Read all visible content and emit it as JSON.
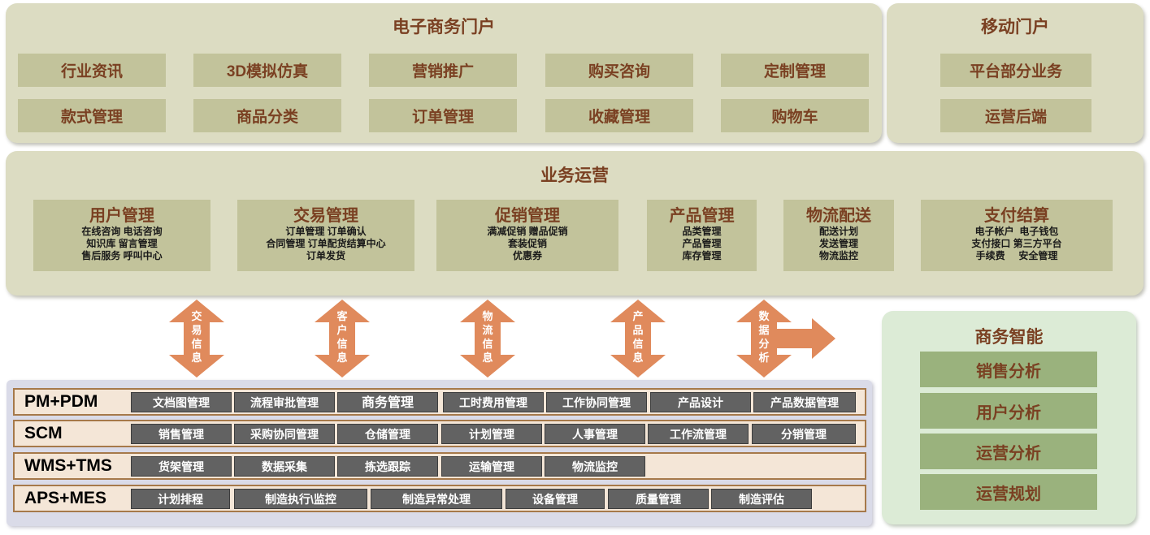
{
  "ecommerce": {
    "title": "电子商务门户",
    "items": [
      "行业资讯",
      "3D模拟仿真",
      "营销推广",
      "购买咨询",
      "定制管理",
      "款式管理",
      "商品分类",
      "订单管理",
      "收藏管理",
      "购物车"
    ]
  },
  "mobile": {
    "title": "移动门户",
    "items": [
      "平台部分业务",
      "运营后端"
    ]
  },
  "operations": {
    "title": "业务运营",
    "modules": [
      {
        "title": "用户管理",
        "lines": [
          "在线咨询 电话咨询",
          "知识库  留言管理",
          "售后服务 呼叫中心"
        ]
      },
      {
        "title": "交易管理",
        "lines": [
          "订单管理  订单确认",
          "合同管理  订单配货结算中心",
          "订单发货"
        ]
      },
      {
        "title": "促销管理",
        "lines": [
          "满减促销  赠品促销",
          "套装促销",
          "优惠券"
        ]
      },
      {
        "title": "产品管理",
        "lines": [
          "品类管理",
          "产品管理",
          "库存管理"
        ]
      },
      {
        "title": "物流配送",
        "lines": [
          "配送计划",
          "发送管理",
          "物流监控"
        ]
      },
      {
        "title": "支付结算",
        "lines": [
          "电子帐户  电子钱包",
          "支付接口 第三方平台",
          "手续费     安全管理"
        ]
      }
    ]
  },
  "arrows": [
    "交易信息",
    "客户信息",
    "物流信息",
    "产品信息",
    "数据分析"
  ],
  "bi": {
    "title": "商务智能",
    "items": [
      "销售分析",
      "用户分析",
      "运营分析",
      "运营规划"
    ]
  },
  "systems": [
    {
      "label": "PM+PDM",
      "cells": [
        "文档图管理",
        "流程审批管理",
        "商务管理",
        "工时费用管理",
        "工作协同管理",
        "产品设计",
        "产品数据管理"
      ]
    },
    {
      "label": "SCM",
      "cells": [
        "销售管理",
        "采购协同管理",
        "仓储管理",
        "计划管理",
        "人事管理",
        "工作流管理",
        "分销管理"
      ]
    },
    {
      "label": "WMS+TMS",
      "cells": [
        "货架管理",
        "数据采集",
        "拣选跟踪",
        "运输管理",
        "物流监控"
      ]
    },
    {
      "label": "APS+MES",
      "cells": [
        "计划排程",
        "制造执行\\监控",
        "制造异常处理",
        "设备管理",
        "质量管理",
        "制造评估"
      ]
    }
  ],
  "colors": {
    "panel": "#dcdcc2",
    "tile": "#c2c39b",
    "title_text": "#7a4022",
    "arrow": "#e08a5c",
    "bi_panel": "#dcebd6",
    "bi_tile": "#9ab27d",
    "cell": "#626262"
  }
}
